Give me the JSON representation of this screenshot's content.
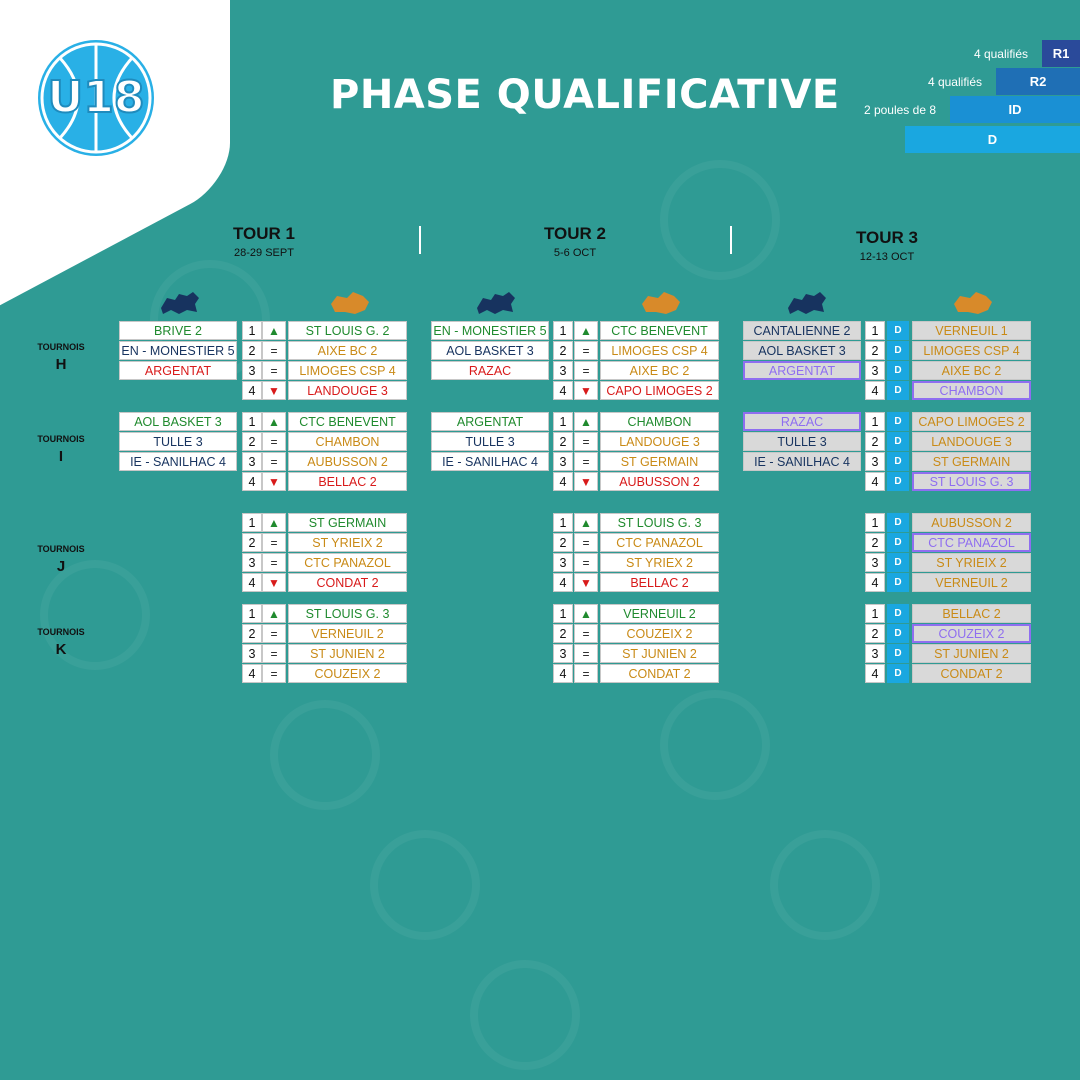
{
  "header": {
    "logo_text": "U18",
    "title": "PHASE QUALIFICATIVE"
  },
  "legend": [
    {
      "label": "4 qualifiés",
      "code": "R1",
      "color": "#2a4a9a"
    },
    {
      "label": "4 qualifiés",
      "code": "R2",
      "color": "#1f6fb5"
    },
    {
      "label": "2 poules de 8",
      "code": "ID",
      "color": "#1a90d4"
    },
    {
      "label": "",
      "code": "D",
      "color": "#1aa7e0"
    }
  ],
  "tours": [
    {
      "name": "TOUR 1",
      "date": "28-29 SEPT"
    },
    {
      "name": "TOUR 2",
      "date": "5-6 OCT"
    },
    {
      "name": "TOUR 3",
      "date": "12-13 OCT"
    }
  ],
  "groups": [
    {
      "label": "TOURNOIS",
      "letter": "H"
    },
    {
      "label": "TOURNOIS",
      "letter": "I"
    },
    {
      "label": "TOURNOIS",
      "letter": "J"
    },
    {
      "label": "TOURNOIS",
      "letter": "K"
    }
  ],
  "colors": {
    "up": "#1f8a2e",
    "down": "#d81a1a",
    "navy": "#17335f",
    "orange": "#c98a16",
    "purple": "#8f6ef0",
    "d_box": "#1aa7e0"
  },
  "icons": {
    "arrow_up": "▲",
    "arrow_down": "▼",
    "equal": "="
  },
  "tour1": {
    "H": {
      "host": [
        "BRIVE 2",
        "EN - MONESTIER 5",
        "ARGENTAT"
      ],
      "host_colors": [
        "green",
        "navy",
        "red"
      ],
      "ranking": [
        {
          "rank": "1",
          "arrow": "▲",
          "team": "ST LOUIS G. 2",
          "color": "green"
        },
        {
          "rank": "2",
          "arrow": "=",
          "team": "AIXE BC 2",
          "color": "orange"
        },
        {
          "rank": "3",
          "arrow": "=",
          "team": "LIMOGES CSP 4",
          "color": "orange"
        },
        {
          "rank": "4",
          "arrow": "▼",
          "team": "LANDOUGE 3",
          "color": "red"
        }
      ]
    },
    "I": {
      "host": [
        "AOL BASKET 3",
        "TULLE 3",
        "IE - SANILHAC 4"
      ],
      "host_colors": [
        "green",
        "navy",
        "navy"
      ],
      "ranking": [
        {
          "rank": "1",
          "arrow": "▲",
          "team": "CTC BENEVENT",
          "color": "green"
        },
        {
          "rank": "2",
          "arrow": "=",
          "team": "CHAMBON",
          "color": "orange"
        },
        {
          "rank": "3",
          "arrow": "=",
          "team": "AUBUSSON 2",
          "color": "orange"
        },
        {
          "rank": "4",
          "arrow": "▼",
          "team": "BELLAC 2",
          "color": "red"
        }
      ]
    },
    "J": {
      "ranking": [
        {
          "rank": "1",
          "arrow": "▲",
          "team": "ST GERMAIN",
          "color": "green"
        },
        {
          "rank": "2",
          "arrow": "=",
          "team": "ST YRIEIX 2",
          "color": "orange"
        },
        {
          "rank": "3",
          "arrow": "=",
          "team": "CTC PANAZOL",
          "color": "orange"
        },
        {
          "rank": "4",
          "arrow": "▼",
          "team": "CONDAT 2",
          "color": "red"
        }
      ]
    },
    "K": {
      "ranking": [
        {
          "rank": "1",
          "arrow": "▲",
          "team": "ST LOUIS G. 3",
          "color": "green"
        },
        {
          "rank": "2",
          "arrow": "=",
          "team": "VERNEUIL 2",
          "color": "orange"
        },
        {
          "rank": "3",
          "arrow": "=",
          "team": "ST JUNIEN 2",
          "color": "orange"
        },
        {
          "rank": "4",
          "arrow": "=",
          "team": "COUZEIX 2",
          "color": "orange"
        }
      ]
    }
  },
  "tour2": {
    "H": {
      "host": [
        "EN - MONESTIER 5",
        "AOL BASKET 3",
        "RAZAC"
      ],
      "host_colors": [
        "green",
        "navy",
        "red"
      ],
      "ranking": [
        {
          "rank": "1",
          "arrow": "▲",
          "team": "CTC BENEVENT",
          "color": "green"
        },
        {
          "rank": "2",
          "arrow": "=",
          "team": "LIMOGES CSP 4",
          "color": "orange"
        },
        {
          "rank": "3",
          "arrow": "=",
          "team": "AIXE BC 2",
          "color": "orange"
        },
        {
          "rank": "4",
          "arrow": "▼",
          "team": "CAPO LIMOGES 2",
          "color": "red"
        }
      ]
    },
    "I": {
      "host": [
        "ARGENTAT",
        "TULLE 3",
        "IE - SANILHAC 4"
      ],
      "host_colors": [
        "green",
        "navy",
        "navy"
      ],
      "ranking": [
        {
          "rank": "1",
          "arrow": "▲",
          "team": "CHAMBON",
          "color": "green"
        },
        {
          "rank": "2",
          "arrow": "=",
          "team": "LANDOUGE 3",
          "color": "orange"
        },
        {
          "rank": "3",
          "arrow": "=",
          "team": "ST GERMAIN",
          "color": "orange"
        },
        {
          "rank": "4",
          "arrow": "▼",
          "team": "AUBUSSON 2",
          "color": "red"
        }
      ]
    },
    "J": {
      "ranking": [
        {
          "rank": "1",
          "arrow": "▲",
          "team": "ST LOUIS G. 3",
          "color": "green"
        },
        {
          "rank": "2",
          "arrow": "=",
          "team": "CTC PANAZOL",
          "color": "orange"
        },
        {
          "rank": "3",
          "arrow": "=",
          "team": "ST YRIEX 2",
          "color": "orange"
        },
        {
          "rank": "4",
          "arrow": "▼",
          "team": "BELLAC 2",
          "color": "red"
        }
      ]
    },
    "K": {
      "ranking": [
        {
          "rank": "1",
          "arrow": "▲",
          "team": "VERNEUIL 2",
          "color": "green"
        },
        {
          "rank": "2",
          "arrow": "=",
          "team": "COUZEIX 2",
          "color": "orange"
        },
        {
          "rank": "3",
          "arrow": "=",
          "team": "ST JUNIEN 2",
          "color": "orange"
        },
        {
          "rank": "4",
          "arrow": "=",
          "team": "CONDAT 2",
          "color": "orange"
        }
      ]
    }
  },
  "tour3": {
    "H": {
      "host": [
        "CANTALIENNE 2",
        "AOL BASKET 3",
        "ARGENTAT"
      ],
      "host_colors": [
        "navy",
        "navy",
        "purple"
      ],
      "host_highlight": [
        false,
        false,
        true
      ],
      "ranking": [
        {
          "rank": "1",
          "arrow": "D",
          "team": "VERNEUIL 1",
          "color": "orange",
          "hl": false
        },
        {
          "rank": "2",
          "arrow": "D",
          "team": "LIMOGES CSP 4",
          "color": "orange",
          "hl": false
        },
        {
          "rank": "3",
          "arrow": "D",
          "team": "AIXE BC 2",
          "color": "orange",
          "hl": false
        },
        {
          "rank": "4",
          "arrow": "D",
          "team": "CHAMBON",
          "color": "purple",
          "hl": true
        }
      ]
    },
    "I": {
      "host": [
        "RAZAC",
        "TULLE 3",
        "IE - SANILHAC 4"
      ],
      "host_colors": [
        "purple",
        "navy",
        "navy"
      ],
      "host_highlight": [
        true,
        false,
        false
      ],
      "ranking": [
        {
          "rank": "1",
          "arrow": "D",
          "team": "CAPO LIMOGES 2",
          "color": "orange",
          "hl": false
        },
        {
          "rank": "2",
          "arrow": "D",
          "team": "LANDOUGE 3",
          "color": "orange",
          "hl": false
        },
        {
          "rank": "3",
          "arrow": "D",
          "team": "ST GERMAIN",
          "color": "orange",
          "hl": false
        },
        {
          "rank": "4",
          "arrow": "D",
          "team": "ST LOUIS G. 3",
          "color": "purple",
          "hl": true
        }
      ]
    },
    "J": {
      "ranking": [
        {
          "rank": "1",
          "arrow": "D",
          "team": "AUBUSSON 2",
          "color": "orange",
          "hl": false
        },
        {
          "rank": "2",
          "arrow": "D",
          "team": "CTC PANAZOL",
          "color": "purple",
          "hl": true
        },
        {
          "rank": "3",
          "arrow": "D",
          "team": "ST YRIEIX 2",
          "color": "orange",
          "hl": false
        },
        {
          "rank": "4",
          "arrow": "D",
          "team": "VERNEUIL 2",
          "color": "orange",
          "hl": false
        }
      ]
    },
    "K": {
      "ranking": [
        {
          "rank": "1",
          "arrow": "D",
          "team": "BELLAC 2",
          "color": "orange",
          "hl": false
        },
        {
          "rank": "2",
          "arrow": "D",
          "team": "COUZEIX 2",
          "color": "purple",
          "hl": true
        },
        {
          "rank": "3",
          "arrow": "D",
          "team": "ST JUNIEN 2",
          "color": "orange",
          "hl": false
        },
        {
          "rank": "4",
          "arrow": "D",
          "team": "CONDAT 2",
          "color": "orange",
          "hl": false
        }
      ]
    }
  }
}
